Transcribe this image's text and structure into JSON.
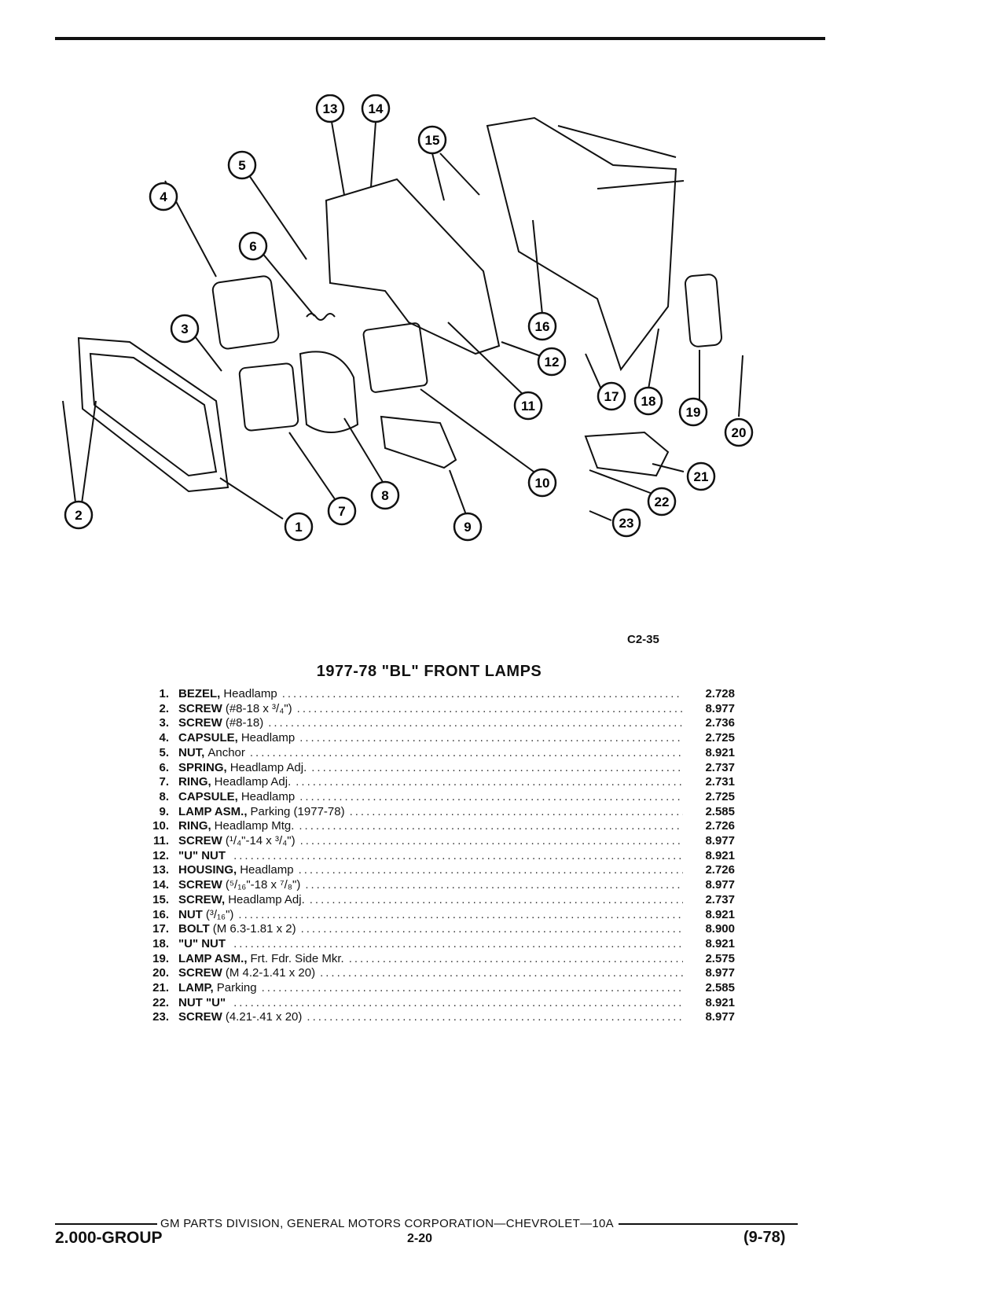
{
  "figure": {
    "code": "C2-35",
    "callouts": [
      "1",
      "2",
      "3",
      "4",
      "5",
      "6",
      "7",
      "8",
      "9",
      "10",
      "11",
      "12",
      "13",
      "14",
      "15",
      "16",
      "17",
      "18",
      "19",
      "20",
      "21",
      "22",
      "23"
    ]
  },
  "title": "1977-78 \"BL\" FRONT LAMPS",
  "parts": [
    {
      "num": "1.",
      "name": "BEZEL,",
      "desc": "Headlamp",
      "code": "2.728"
    },
    {
      "num": "2.",
      "name": "SCREW",
      "desc": "(#8-18 x ³/₄\")",
      "code": "8.977"
    },
    {
      "num": "3.",
      "name": "SCREW",
      "desc": "(#8-18)",
      "code": "2.736"
    },
    {
      "num": "4.",
      "name": "CAPSULE,",
      "desc": "Headlamp",
      "code": "2.725"
    },
    {
      "num": "5.",
      "name": "NUT,",
      "desc": "Anchor",
      "code": "8.921"
    },
    {
      "num": "6.",
      "name": "SPRING,",
      "desc": "Headlamp Adj.",
      "code": "2.737"
    },
    {
      "num": "7.",
      "name": "RING,",
      "desc": "Headlamp Adj.",
      "code": "2.731"
    },
    {
      "num": "8.",
      "name": "CAPSULE,",
      "desc": "Headlamp",
      "code": "2.725"
    },
    {
      "num": "9.",
      "name": "LAMP ASM.,",
      "desc": "Parking (1977-78)",
      "code": "2.585"
    },
    {
      "num": "10.",
      "name": "RING,",
      "desc": "Headlamp Mtg.",
      "code": "2.726"
    },
    {
      "num": "11.",
      "name": "SCREW",
      "desc": "(¹/₄\"-14 x ³/₄\")",
      "code": "8.977"
    },
    {
      "num": "12.",
      "name": "\"U\" NUT",
      "desc": "",
      "code": "8.921"
    },
    {
      "num": "13.",
      "name": "HOUSING,",
      "desc": "Headlamp",
      "code": "2.726"
    },
    {
      "num": "14.",
      "name": "SCREW",
      "desc": "(⁵/₁₆\"-18 x ⁷/₈\")",
      "code": "8.977"
    },
    {
      "num": "15.",
      "name": "SCREW,",
      "desc": "Headlamp Adj.",
      "code": "2.737"
    },
    {
      "num": "16.",
      "name": "NUT",
      "desc": "(³/₁₆\")",
      "code": "8.921"
    },
    {
      "num": "17.",
      "name": "BOLT",
      "desc": "(M 6.3-1.81 x 2)",
      "code": "8.900"
    },
    {
      "num": "18.",
      "name": "\"U\" NUT",
      "desc": "",
      "code": "8.921"
    },
    {
      "num": "19.",
      "name": "LAMP ASM.,",
      "desc": "Frt. Fdr. Side Mkr.",
      "code": "2.575"
    },
    {
      "num": "20.",
      "name": "SCREW",
      "desc": "(M 4.2-1.41 x 20)",
      "code": "8.977"
    },
    {
      "num": "21.",
      "name": "LAMP,",
      "desc": "Parking",
      "code": "2.585"
    },
    {
      "num": "22.",
      "name": "NUT \"U\"",
      "desc": "",
      "code": "8.921"
    },
    {
      "num": "23.",
      "name": "SCREW",
      "desc": "(4.21-.41 x 20)",
      "code": "8.977"
    }
  ],
  "footer": {
    "division": "GM PARTS DIVISION, GENERAL MOTORS CORPORATION—CHEVROLET—10A",
    "group": "2.000-GROUP",
    "page": "2-20",
    "date": "(9-78)"
  }
}
